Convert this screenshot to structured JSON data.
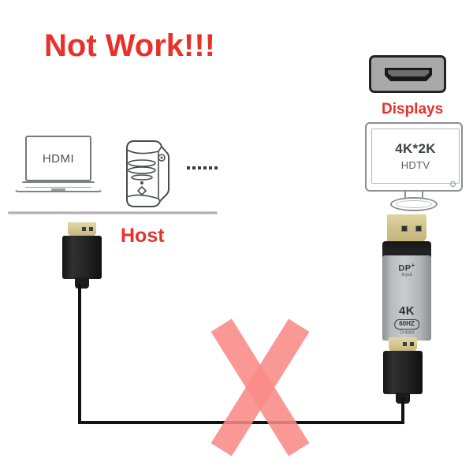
{
  "title": "Not Work!!!",
  "colors": {
    "warning_red": "#e8312a",
    "x_mark": "#f98a87",
    "cable_black": "#121212",
    "adapter_gray": "#c9ccce",
    "connector_gold": "#cfc189"
  },
  "host_group": {
    "label": "Host",
    "laptop": {
      "screen_label": "HDMI",
      "icon": "laptop-icon"
    },
    "tower": {
      "icon": "desktop-tower-icon"
    },
    "ellipsis_dots": 6
  },
  "display_group": {
    "label": "Displays",
    "port": {
      "icon": "hdmi-port-icon"
    },
    "monitor": {
      "resolution": "4K*2K",
      "type": "HDTV",
      "icon": "monitor-icon"
    }
  },
  "adapter": {
    "input_port": "DP",
    "input_superscript": "+",
    "input_caption": "Input",
    "output_resolution": "4K",
    "output_refresh": "60HZ",
    "output_caption": "Output"
  },
  "cable": {
    "left_connector": "hdmi-male-connector",
    "right_connector": "hdmi-male-connector"
  },
  "x_mark": {
    "name": "incompatible-x-mark"
  }
}
